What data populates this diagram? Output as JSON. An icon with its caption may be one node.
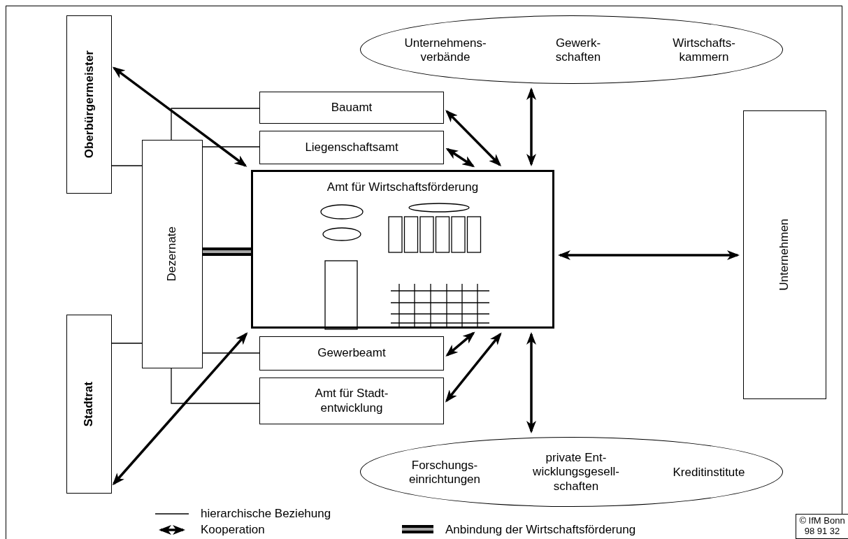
{
  "diagram": {
    "nodes": [
      {
        "text": [
          "Oberbürgermeister"
        ]
      },
      {
        "text": [
          "Dezernate"
        ]
      },
      {
        "text": [
          "Stadtrat"
        ]
      },
      {
        "text": [
          "Bauamt"
        ]
      },
      {
        "text": [
          "Liegenschaftsamt"
        ]
      },
      {
        "text": [
          "Amt für Wirtschaftsförderung"
        ]
      },
      {
        "text": [
          "Gewerbeamt"
        ]
      },
      {
        "text": [
          "Amt für Stadt- entwicklung"
        ]
      },
      {
        "text": [
          "Unternehmen"
        ]
      },
      {
        "text": [
          "Unternehmens- verbände",
          "Gewerk- schaften",
          "Wirtschafts- kammern"
        ]
      },
      {
        "text": [
          "Forschungs- einrichtungen",
          "private Ent- wicklungsgesell- schaften",
          "Kreditinstitute"
        ]
      }
    ],
    "edges": [
      {
        "from": 0,
        "to": 1,
        "arrow": "none"
      },
      {
        "from": 1,
        "to": 3,
        "arrow": "none"
      },
      {
        "from": 1,
        "to": 4,
        "arrow": "none"
      },
      {
        "from": 2,
        "to": 1,
        "arrow": "none"
      },
      {
        "from": 1,
        "to": 6,
        "arrow": "none"
      },
      {
        "from": 1,
        "to": 7,
        "arrow": "none"
      },
      {
        "from": 1,
        "to": 5,
        "arrow": "none",
        "style": "thick",
        "color": "#a6a6a6"
      },
      {
        "from": 0,
        "to": 5,
        "arrow": "both"
      },
      {
        "from": 2,
        "to": 5,
        "arrow": "both"
      },
      {
        "from": 3,
        "to": 5,
        "arrow": "both"
      },
      {
        "from": 4,
        "to": 5,
        "arrow": "both"
      },
      {
        "from": 9,
        "to": 5,
        "arrow": "both"
      },
      {
        "from": 6,
        "to": 5,
        "arrow": "both"
      },
      {
        "from": 7,
        "to": 5,
        "arrow": "both"
      },
      {
        "from": 10,
        "to": 5,
        "arrow": "both"
      },
      {
        "from": 5,
        "to": 8,
        "arrow": "both"
      }
    ],
    "labels": [
      "© IfM Bonn 98 91 32"
    ],
    "legend": [
      {
        "text": "hierarchische Beziehung"
      },
      {
        "text": "Kooperation"
      },
      {
        "text": "Anbindung der Wirtschaftsförderung"
      }
    ]
  }
}
